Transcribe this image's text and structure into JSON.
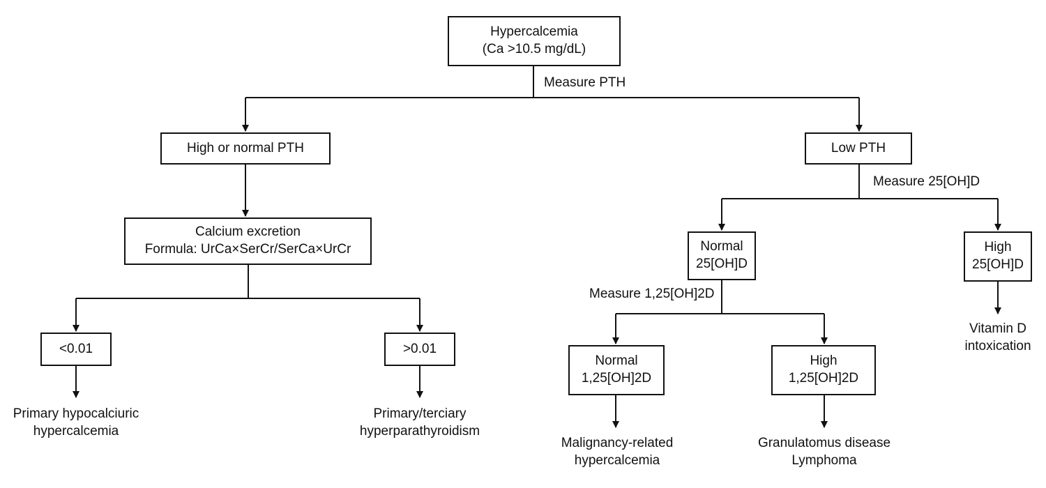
{
  "root": {
    "line1": "Hypercalcemia",
    "line2": "(Ca >10.5 mg/dL)"
  },
  "edges": {
    "measure_pth": "Measure PTH",
    "measure_25ohd": "Measure 25[OH]D",
    "measure_125ohd": "Measure 1,25[OH]2D"
  },
  "left": {
    "pth": "High or normal PTH",
    "calcium_excretion": {
      "line1": "Calcium excretion",
      "line2": "Formula: UrCa×SerCr/SerCa×UrCr"
    },
    "low_ratio": "<0.01",
    "high_ratio": ">0.01",
    "low_outcome": {
      "line1": "Primary hypocalciuric",
      "line2": "hypercalcemia"
    },
    "high_outcome": {
      "line1": "Primary/terciary",
      "line2": "hyperparathyroidism"
    }
  },
  "right": {
    "pth": "Low PTH",
    "normal_25": {
      "line1": "Normal",
      "line2": "25[OH]D"
    },
    "high_25": {
      "line1": "High",
      "line2": "25[OH]D"
    },
    "high_25_outcome": {
      "line1": "Vitamin D",
      "line2": "intoxication"
    },
    "normal_125": {
      "line1": "Normal",
      "line2": "1,25[OH]2D"
    },
    "high_125": {
      "line1": "High",
      "line2": "1,25[OH]2D"
    },
    "normal_125_outcome": {
      "line1": "Malignancy-related",
      "line2": "hypercalcemia"
    },
    "high_125_outcome": {
      "line1": "Granulatomus disease",
      "line2": "Lymphoma"
    }
  }
}
